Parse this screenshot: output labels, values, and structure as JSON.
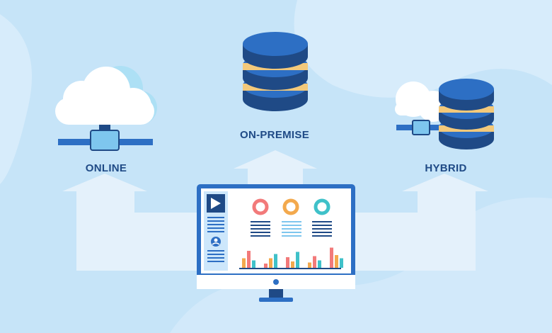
{
  "labels": {
    "online": "ONLINE",
    "on_premise": "ON-PREMISE",
    "hybrid": "HYBRID"
  },
  "icons": {
    "online": "cloud-icon",
    "on_premise": "database-server-icon",
    "hybrid": "cloud-database-icon",
    "center": "monitor-dashboard-icon",
    "logo": "dynamics-logo-icon"
  },
  "colors": {
    "background": "#c6e4f8",
    "background_blob": "#d7ecfb",
    "arrow": "#e4f1fb",
    "navy": "#1f4a86",
    "blue": "#2d6fc4",
    "accent_orange": "#f3c97b",
    "cloud": "#ffffff",
    "donut_red": "#f27a7a",
    "donut_orange": "#f3a94d",
    "donut_teal": "#3fc1c9"
  },
  "dashboard": {
    "bars": [
      [
        0.45,
        "#f3a94d"
      ],
      [
        0.8,
        "#f27a7a"
      ],
      [
        0.35,
        "#3fc1c9"
      ],
      [
        0.2,
        "#f27a7a"
      ],
      [
        0.45,
        "#f3a94d"
      ],
      [
        0.65,
        "#3fc1c9"
      ],
      [
        0.5,
        "#f27a7a"
      ],
      [
        0.3,
        "#f3a94d"
      ],
      [
        0.75,
        "#3fc1c9"
      ],
      [
        0.25,
        "#f3a94d"
      ],
      [
        0.55,
        "#f27a7a"
      ],
      [
        0.35,
        "#3fc1c9"
      ],
      [
        0.95,
        "#f27a7a"
      ],
      [
        0.6,
        "#f3a94d"
      ],
      [
        0.45,
        "#3fc1c9"
      ]
    ]
  }
}
